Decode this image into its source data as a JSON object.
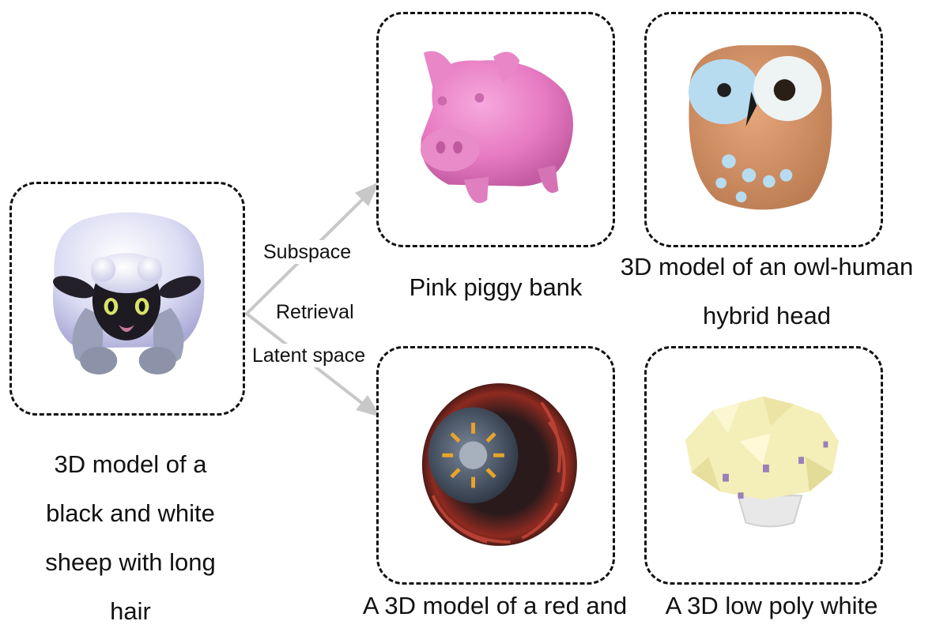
{
  "query": {
    "caption_lines": [
      "3D model of a",
      "black and white",
      "sheep with long",
      "hair"
    ],
    "object": "sheep-icon"
  },
  "edges": {
    "upper_label": "Subspace",
    "middle_label": "Retrieval",
    "lower_label": "Latent space",
    "arrow_color": "#c8c8c8"
  },
  "results": [
    {
      "caption_lines": [
        "Pink piggy bank"
      ],
      "object": "piggy-bank-icon"
    },
    {
      "caption_lines": [
        "3D model of an owl-human",
        "hybrid head"
      ],
      "object": "owl-head-icon"
    },
    {
      "caption_lines": [
        "A 3D model of a red and"
      ],
      "object": "tire-icon"
    },
    {
      "caption_lines": [
        "A 3D low poly white"
      ],
      "object": "cupcake-icon"
    }
  ]
}
